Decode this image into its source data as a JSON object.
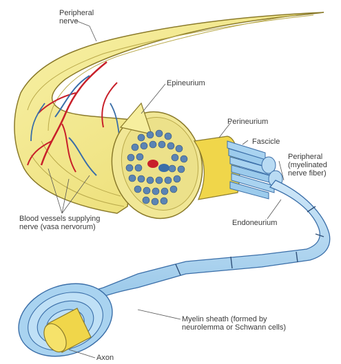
{
  "diagram": {
    "labels": {
      "peripheral_nerve_1": "Peripheral",
      "peripheral_nerve_2": "nerve",
      "epineurium": "Epineurium",
      "perineurium": "Perineurium",
      "fascicle": "Fascicle",
      "fiber_1": "Peripheral",
      "fiber_2": "(myelinated",
      "fiber_3": "nerve fiber)",
      "blood_vessels_1": "Blood vessels supplying",
      "blood_vessels_2": "nerve (vasa nervorum)",
      "endoneurium": "Endoneurium",
      "myelin_1": "Myelin sheath (formed by",
      "myelin_2": "neurolemma or Schwann cells)",
      "axon": "Axon"
    },
    "colors": {
      "nerve_yellow": "#f3e88a",
      "nerve_outline": "#8a7a2a",
      "vessel_red": "#c8202a",
      "vessel_blue": "#3a6ea8",
      "myelin_blue": "#a9d3f0",
      "fascicle_dot": "#5b84b4",
      "axon_yellow": "#f0d64a"
    }
  }
}
